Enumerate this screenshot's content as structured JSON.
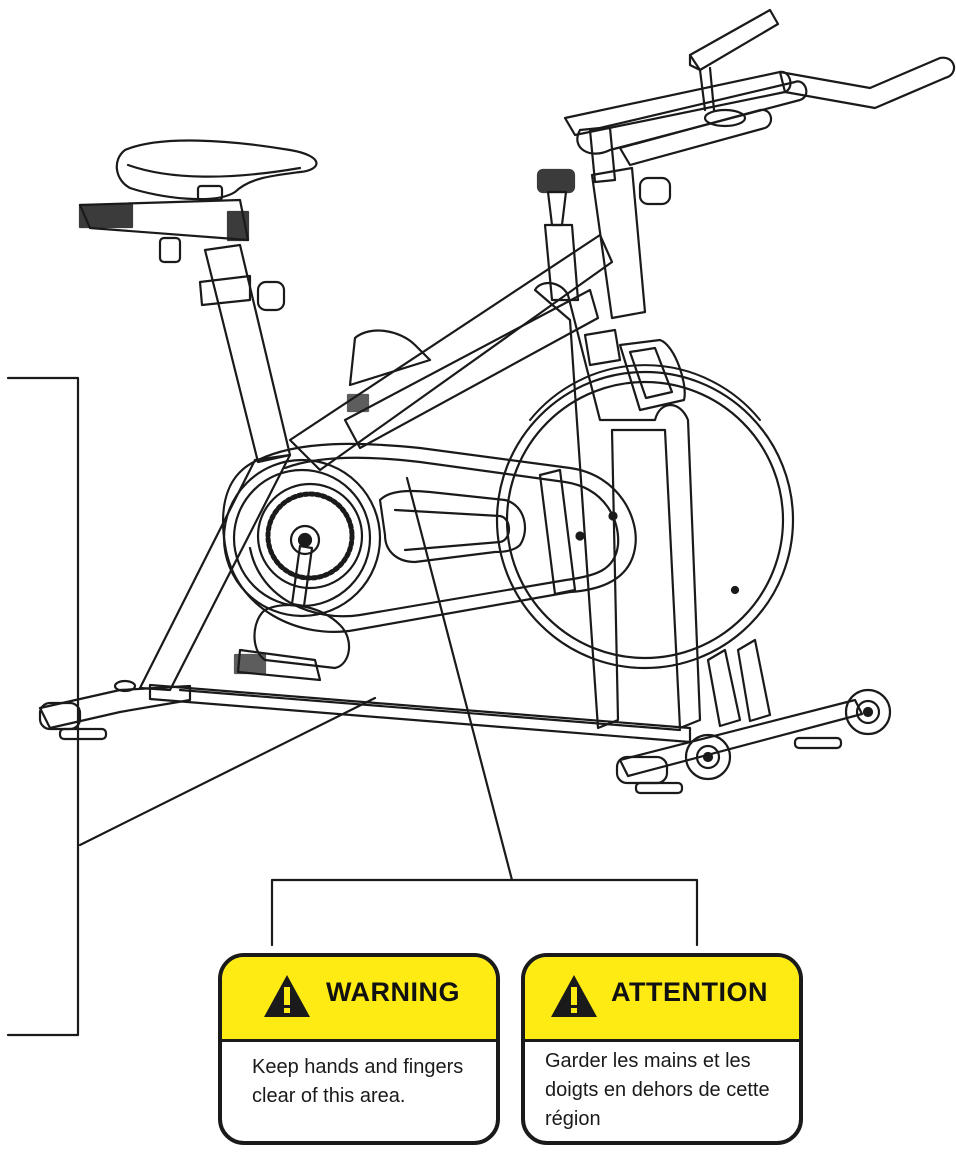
{
  "labels": {
    "warning": {
      "title": "WARNING",
      "line1": "Keep hands and fingers",
      "line2": "clear of this area.",
      "icon": "warning-triangle-icon"
    },
    "attention": {
      "title": "ATTENTION",
      "line1": "Garder les mains et les",
      "line2": "doigts en dehors de cette",
      "line3": "région",
      "icon": "warning-triangle-icon"
    }
  },
  "colors": {
    "label_header": "#ffeb14",
    "line": "#1a1a1a"
  }
}
